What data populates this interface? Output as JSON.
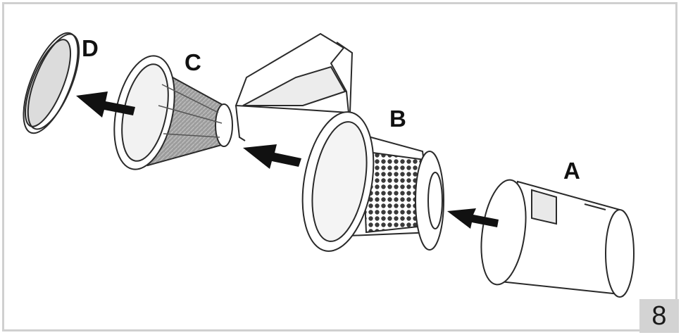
{
  "labels": {
    "a": "A",
    "b": "B",
    "c": "C",
    "d": "D"
  },
  "page_number": "8",
  "colors": {
    "frame": "#d0d0d0",
    "badge": "#d3d3d3",
    "line": "#2a2a2a",
    "mesh": "#9a9a9a",
    "arrow": "#111111",
    "lens": "#dcdcdc"
  }
}
